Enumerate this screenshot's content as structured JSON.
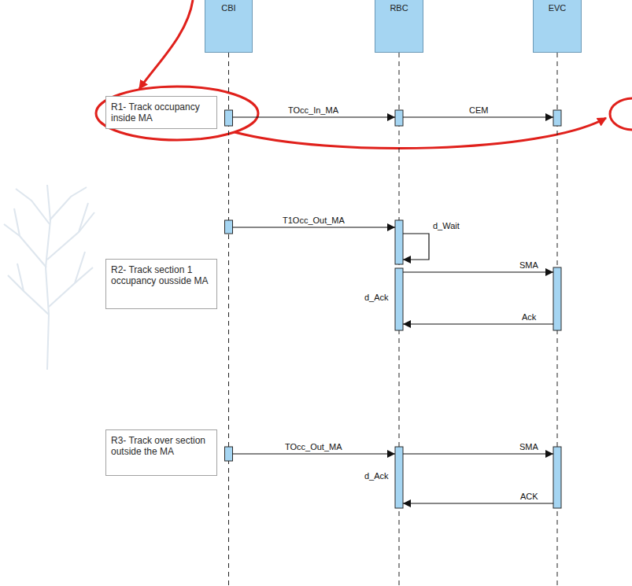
{
  "diagram": {
    "nodes": [
      {
        "text": [
          "CBI"
        ]
      },
      {
        "text": [
          "RBC"
        ]
      },
      {
        "text": [
          "EVC"
        ]
      },
      {
        "text": [
          "R1- Track occupancy inside MA"
        ]
      },
      {
        "text": [
          "R2- Track section 1 occupancy ousside MA"
        ]
      },
      {
        "text": [
          "R3- Track over section outside the MA"
        ]
      }
    ],
    "edges": [
      {
        "from": 0,
        "to": 1,
        "label": "TOcc_In_MA",
        "arrow": "to"
      },
      {
        "from": 1,
        "to": 2,
        "label": "CEM",
        "arrow": "to"
      },
      {
        "from": 0,
        "to": 1,
        "label": "T1Occ_Out_MA",
        "arrow": "to"
      },
      {
        "from": 1,
        "to": 1,
        "label": "d_Wait",
        "arrow": "to"
      },
      {
        "from": 1,
        "to": 2,
        "label": "SMA",
        "arrow": "to"
      },
      {
        "from": 2,
        "to": 1,
        "label": "Ack",
        "arrow": "to"
      },
      {
        "from": 0,
        "to": 1,
        "label": "TOcc_Out_MA",
        "arrow": "to"
      },
      {
        "from": 1,
        "to": 2,
        "label": "SMA",
        "arrow": "to"
      },
      {
        "from": 2,
        "to": 1,
        "label": "ACK",
        "arrow": "to"
      }
    ],
    "labels": [
      "d_Ack",
      "d_Ack"
    ]
  }
}
